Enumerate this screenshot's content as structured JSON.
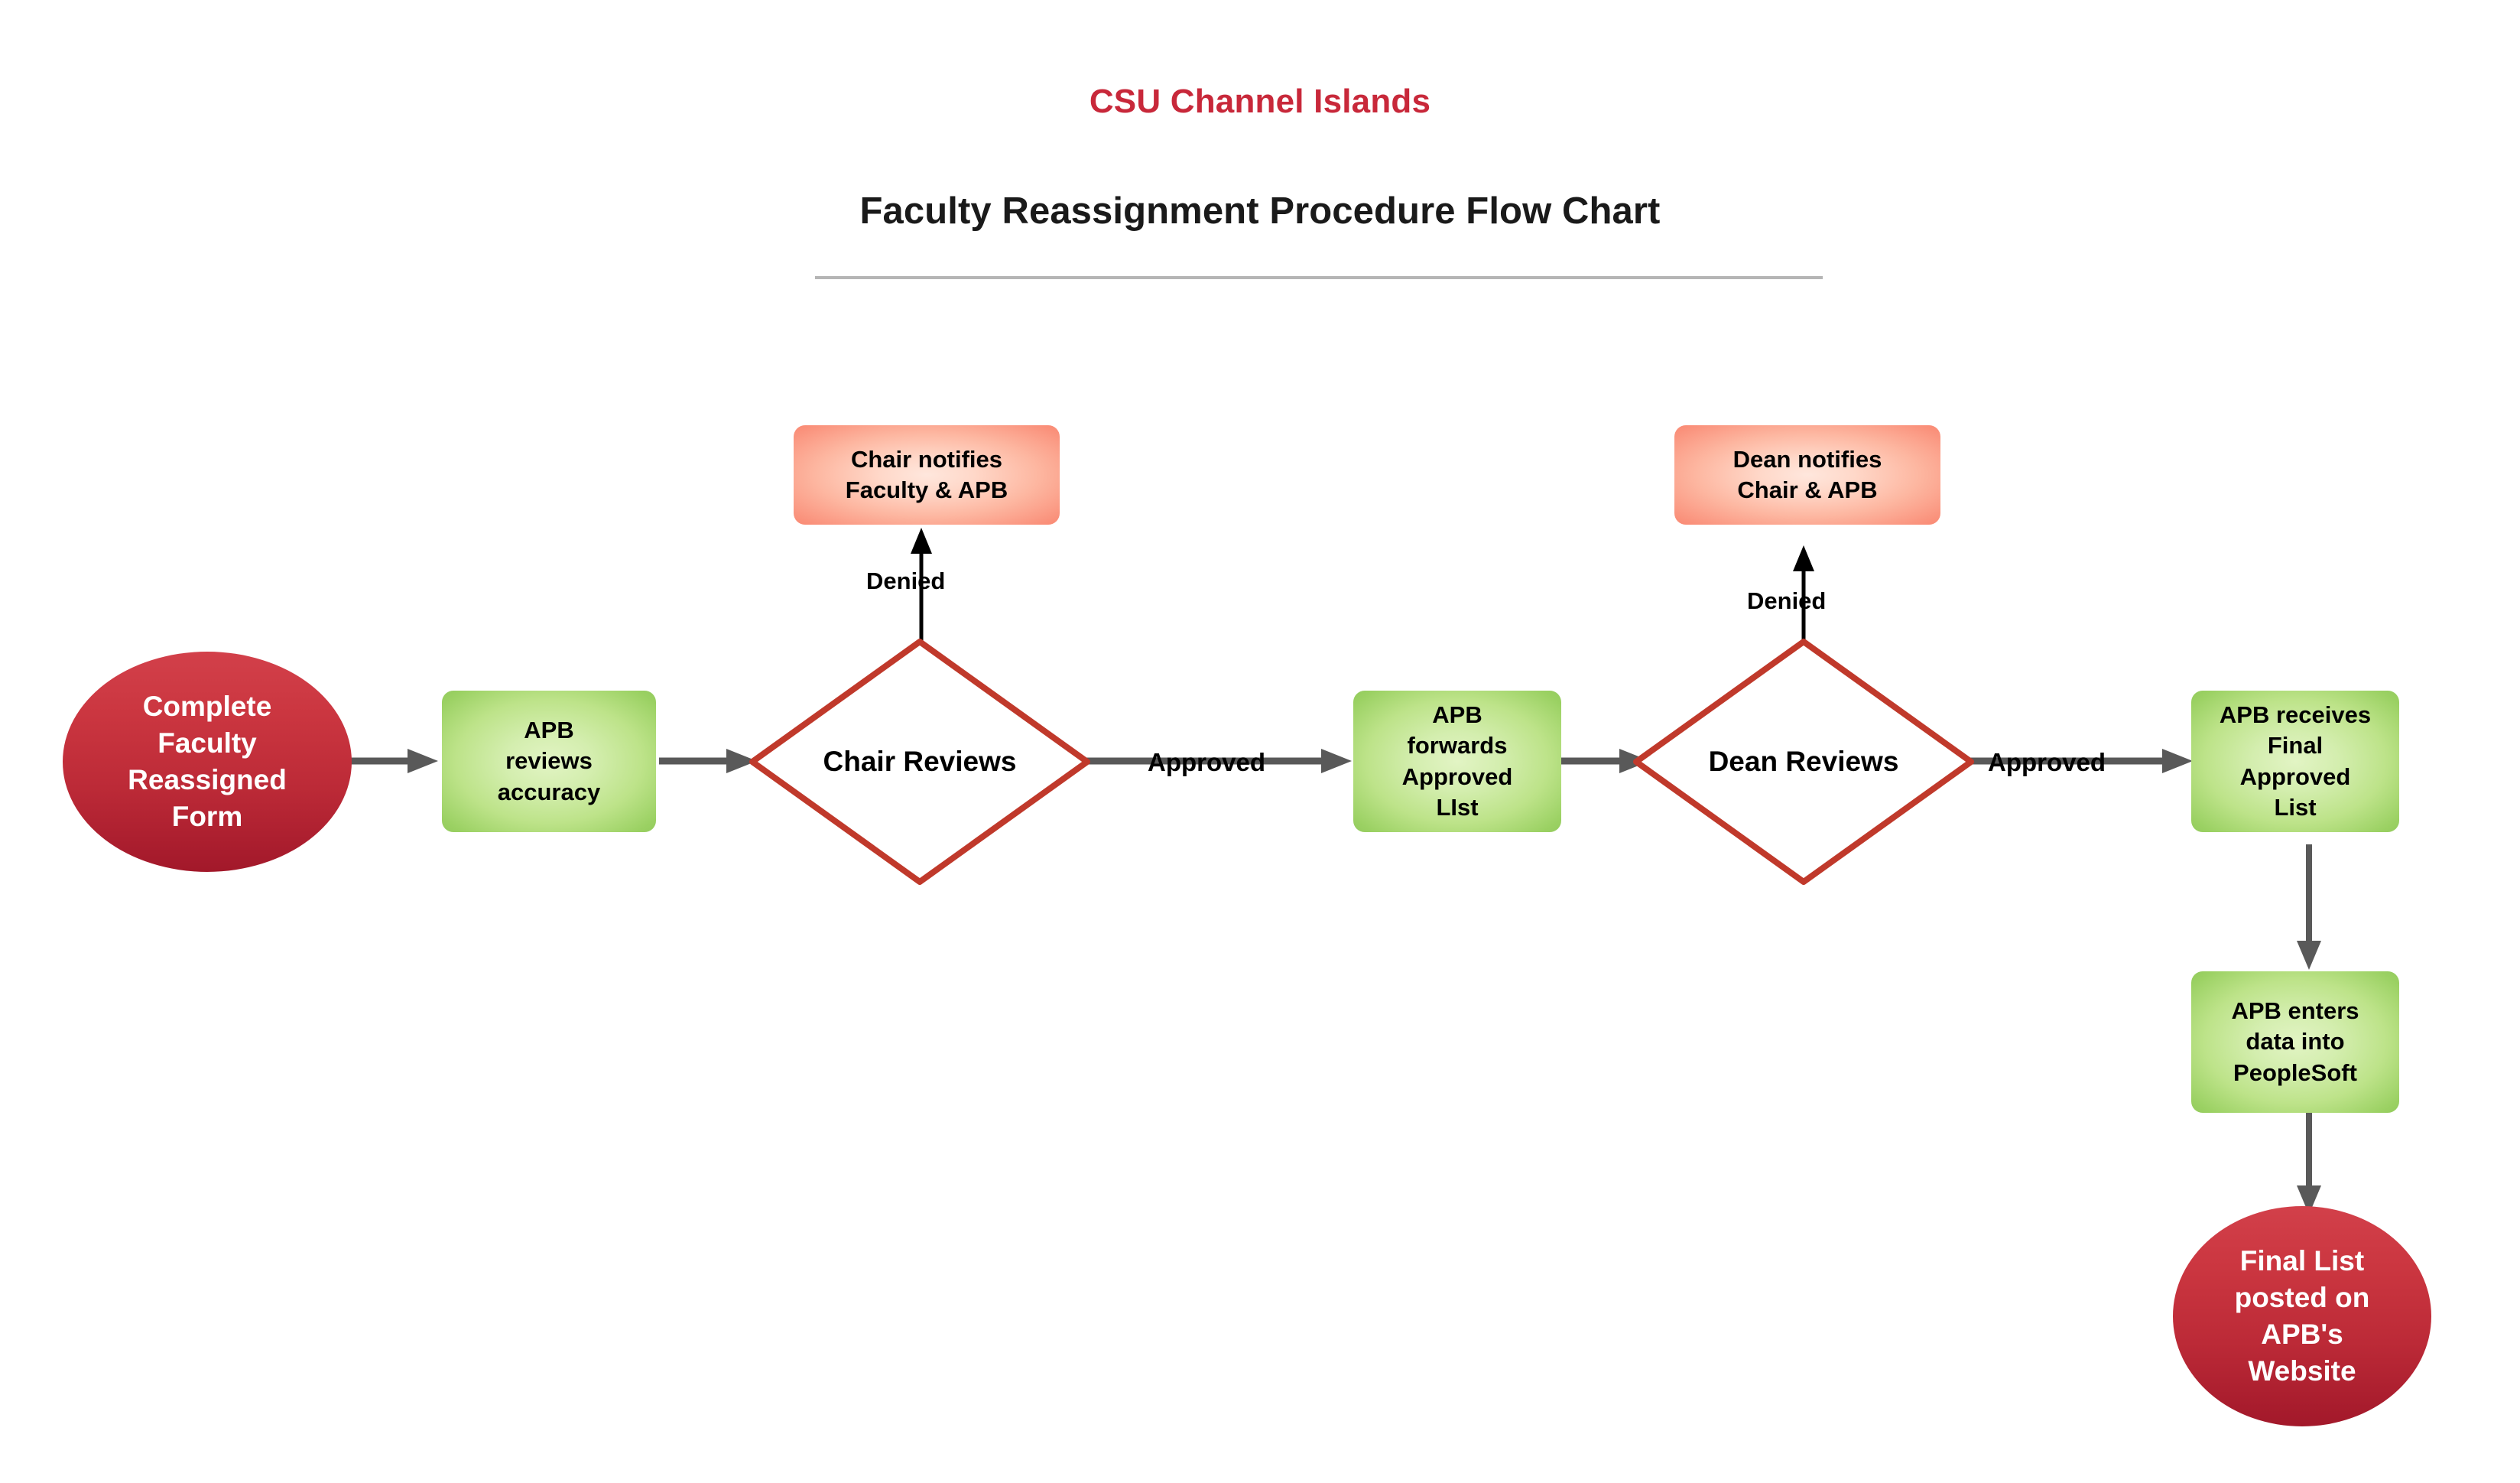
{
  "header": {
    "organization": "CSU Channel Islands",
    "title": "Faculty Reassignment Procedure Flow Chart"
  },
  "colors": {
    "org_title": "#c8283a",
    "doc_title": "#1a1a1a",
    "rule": "#b5b5b5",
    "terminator_fill": "#bc2a37",
    "process_fill": "#9bd163",
    "notify_fill": "#fa907a",
    "decision_border": "#c0392b",
    "connector_gray": "#595959",
    "connector_black": "#000000",
    "terminator_text": "#ffffff",
    "node_text": "#000000"
  },
  "chart_data": {
    "type": "diagram",
    "title": "Faculty Reassignment Procedure Flow Chart",
    "subtitle": "CSU Channel Islands",
    "nodes": [
      {
        "id": "start",
        "shape": "ellipse",
        "label": "Complete Faculty Reassigned Form"
      },
      {
        "id": "apb_review",
        "shape": "process",
        "label": "APB reviews accuracy"
      },
      {
        "id": "chair_reviews",
        "shape": "decision",
        "label": "Chair Reviews"
      },
      {
        "id": "chair_notifies",
        "shape": "notify",
        "label": "Chair notifies Faculty & APB"
      },
      {
        "id": "apb_forwards",
        "shape": "process",
        "label": "APB forwards Approved LIst"
      },
      {
        "id": "dean_reviews",
        "shape": "decision",
        "label": "Dean Reviews"
      },
      {
        "id": "dean_notifies",
        "shape": "notify",
        "label": "Dean notifies Chair & APB"
      },
      {
        "id": "apb_receives",
        "shape": "process",
        "label": "APB receives Final Approved List"
      },
      {
        "id": "apb_enters",
        "shape": "process",
        "label": "APB enters data into PeopleSoft"
      },
      {
        "id": "final_posted",
        "shape": "ellipse",
        "label": "Final List posted on APB's Website"
      }
    ],
    "edges": [
      {
        "from": "start",
        "to": "apb_review",
        "label": "",
        "direction": "right"
      },
      {
        "from": "apb_review",
        "to": "chair_reviews",
        "label": "",
        "direction": "right"
      },
      {
        "from": "chair_reviews",
        "to": "chair_notifies",
        "label": "Denied",
        "direction": "up"
      },
      {
        "from": "chair_reviews",
        "to": "apb_forwards",
        "label": "Approved",
        "direction": "right"
      },
      {
        "from": "apb_forwards",
        "to": "dean_reviews",
        "label": "",
        "direction": "right"
      },
      {
        "from": "dean_reviews",
        "to": "dean_notifies",
        "label": "Denied",
        "direction": "up"
      },
      {
        "from": "dean_reviews",
        "to": "apb_receives",
        "label": "Approved",
        "direction": "right"
      },
      {
        "from": "apb_receives",
        "to": "apb_enters",
        "label": "",
        "direction": "down"
      },
      {
        "from": "apb_enters",
        "to": "final_posted",
        "label": "",
        "direction": "down"
      }
    ]
  },
  "nodes": {
    "start": {
      "line1": "Complete",
      "line2": "Faculty",
      "line3": "Reassigned",
      "line4": "Form"
    },
    "apb_review": {
      "line1": "APB",
      "line2": "reviews",
      "line3": "accuracy"
    },
    "chair_reviews": {
      "label": "Chair Reviews"
    },
    "chair_notifies": {
      "line1": "Chair notifies",
      "line2": "Faculty & APB"
    },
    "apb_forwards": {
      "line1": "APB",
      "line2": "forwards",
      "line3": "Approved",
      "line4": "LIst"
    },
    "dean_reviews": {
      "label": "Dean Reviews"
    },
    "dean_notifies": {
      "line1": "Dean notifies",
      "line2": "Chair & APB"
    },
    "apb_receives": {
      "line1": "APB receives",
      "line2": "Final",
      "line3": "Approved",
      "line4": "List"
    },
    "apb_enters": {
      "line1": "APB enters",
      "line2": "data into",
      "line3": "PeopleSoft"
    },
    "final_posted": {
      "line1": "Final List",
      "line2": "posted on",
      "line3": "APB's",
      "line4": "Website"
    }
  },
  "edge_labels": {
    "chair_denied": "Denied",
    "chair_approved": "Approved",
    "dean_denied": "Denied",
    "dean_approved": "Approved"
  }
}
